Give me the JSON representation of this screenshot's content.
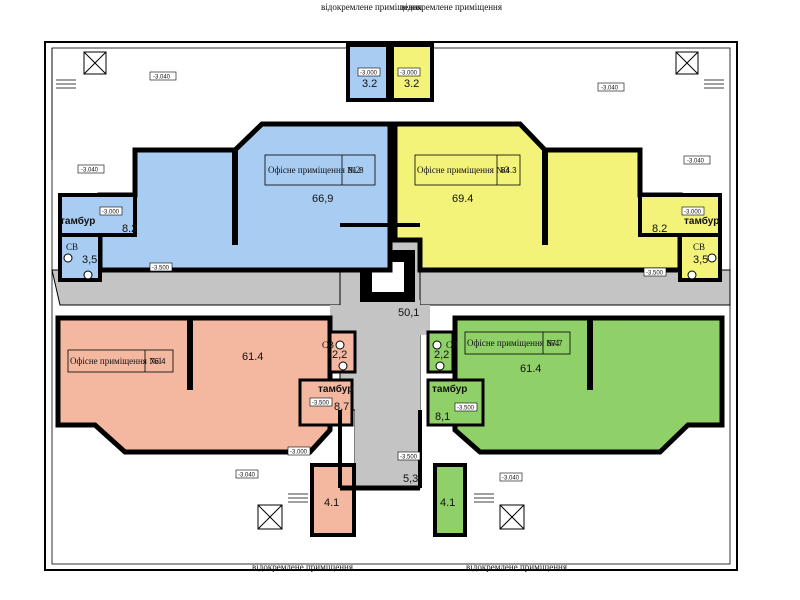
{
  "colors": {
    "blue": "#a9cdf2",
    "yellow": "#f3f379",
    "salmon": "#f4b7a0",
    "green": "#8fd168",
    "corridor": "#c4c4c4",
    "wall": "#000000"
  },
  "labels": {
    "separate_room": "відокремлене приміщення",
    "tambur": "тамбур",
    "sv": "СВ",
    "office": "Офісне приміщення"
  },
  "levels": {
    "minus_3040": "-3.040",
    "minus_3000": "-3.000",
    "minus_3500": "-3.500",
    "minus_3040_alt": "-3.040"
  },
  "rooms": {
    "top_blue_small": "3.2",
    "top_yellow_small": "3.2",
    "office2_total": "81.8",
    "office2_name": "Офісне приміщення №2",
    "office2_main": "66,9",
    "office3_total": "84.3",
    "office3_name": "Офісне приміщення №3",
    "office3_main": "69.4",
    "tambur_left": "8.2",
    "sv_left": "3,5",
    "tambur_right": "8.2",
    "sv_right": "3,5",
    "corridor": "50,1",
    "office1_name": "Офісне приміщення №1",
    "office1_total": "76.4",
    "office1_main": "61.4",
    "sv_lower_left": "2,2",
    "tambur_lower_left": "8,7",
    "office4_name": "Офісне приміщення №4",
    "office4_total": "67.7",
    "office4_main": "61.4",
    "sv_lower_right": "2,2",
    "tambur_lower_right": "8,1",
    "corridor_stair": "5,3",
    "bottom_salmon_small": "4.1",
    "bottom_green_small": "4.1"
  }
}
